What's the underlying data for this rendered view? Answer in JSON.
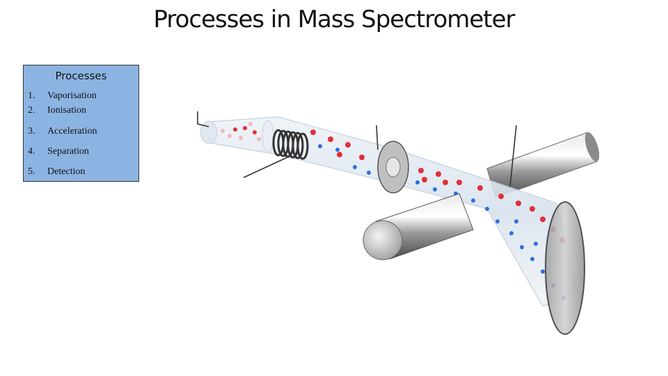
{
  "slide": {
    "title": "Processes in Mass Spectrometer"
  },
  "processes_panel": {
    "heading": "Processes",
    "steps": [
      {
        "number": "1.",
        "label": "Vaporisation"
      },
      {
        "number": "2.",
        "label": "Ionisation"
      },
      {
        "number": "3.",
        "label": "Acceleration"
      },
      {
        "number": "4.",
        "label": "Separation"
      },
      {
        "number": "5.",
        "label": "Detection"
      }
    ]
  },
  "colors": {
    "panel_fill": "#8cb4e3",
    "ion_red": "#e0303a",
    "ion_blue": "#2a70e0",
    "magnet_grey": "#8a8a8a"
  }
}
